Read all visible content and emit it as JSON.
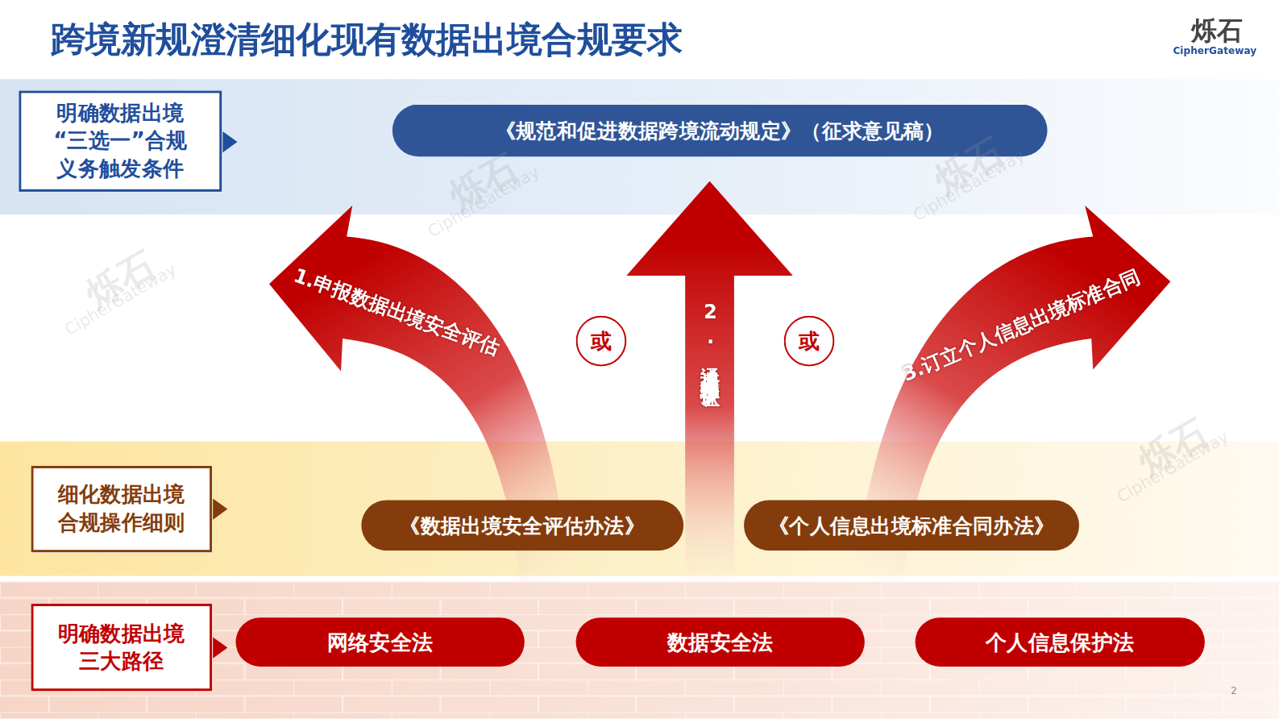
{
  "diagram": {
    "title": "跨境新规澄清细化现有数据出境合规要求",
    "nodes": [
      {
        "text": [
          "明确数据出境“三选一”合规义务触发条件"
        ]
      },
      {
        "text": [
          "《规范和促进数据跨境流动规定》（征求意见稿）"
        ]
      },
      {
        "text": [
          "1.申报数据出境安全评估"
        ]
      },
      {
        "text": [
          "或"
        ]
      },
      {
        "text": [
          "2.通过个人信息保护认证"
        ]
      },
      {
        "text": [
          "或"
        ]
      },
      {
        "text": [
          "3.订立个人信息出境标准合同"
        ]
      },
      {
        "text": [
          "细化数据出境合规操作细则"
        ]
      },
      {
        "text": [
          "《数据出境安全评估办法》"
        ]
      },
      {
        "text": [
          "《个人信息出境标准合同办法》"
        ]
      },
      {
        "text": [
          "明确数据出境三大路径"
        ]
      },
      {
        "text": [
          "网络安全法"
        ]
      },
      {
        "text": [
          "数据安全法"
        ]
      },
      {
        "text": [
          "个人信息保护法"
        ]
      }
    ],
    "labels": [
      "烁石",
      "CipherGateway",
      "2",
      "烁石",
      "CipherGateway",
      "烁石",
      "CipherGateway",
      "烁石",
      "CipherGateway",
      "烁石",
      "CipherGateway"
    ]
  }
}
